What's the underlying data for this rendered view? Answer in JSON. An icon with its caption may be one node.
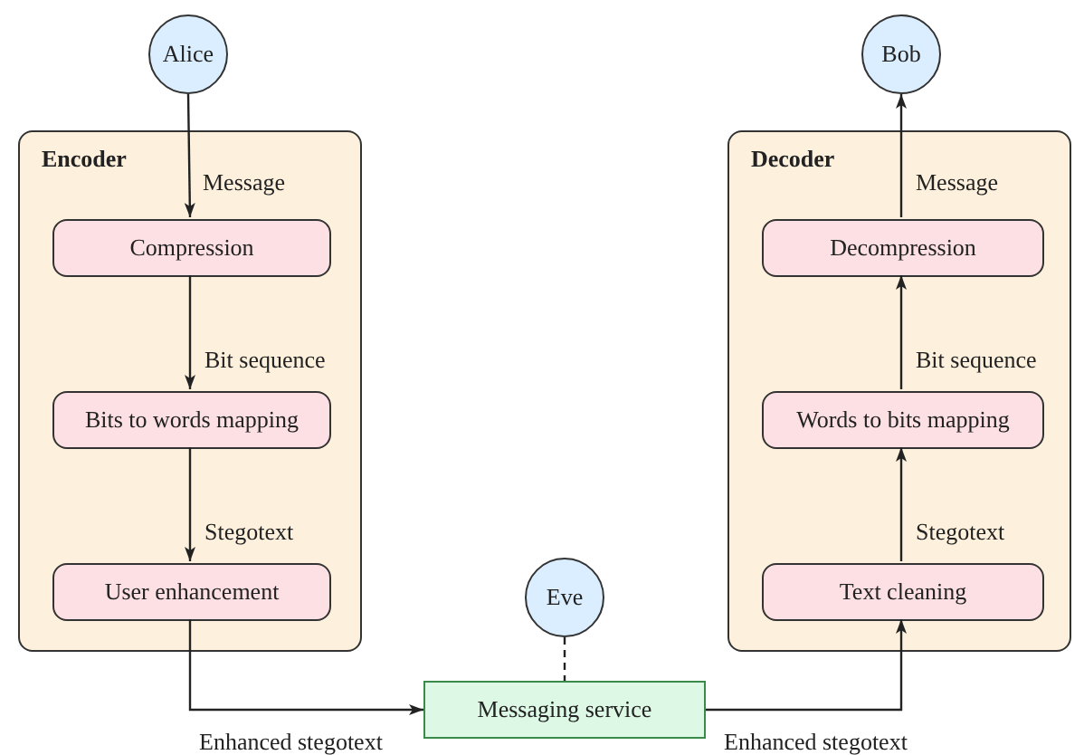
{
  "diagram": {
    "nodes": [
      {
        "text": [
          "Alice"
        ]
      },
      {
        "text": [
          "Encoder"
        ]
      },
      {
        "text": [
          "Compression"
        ],
        "in": 1
      },
      {
        "text": [
          "Bits to words mapping"
        ],
        "in": 1
      },
      {
        "text": [
          "User enhancement"
        ],
        "in": 1
      },
      {
        "text": [
          "Messaging service"
        ]
      },
      {
        "text": [
          "Eve"
        ]
      },
      {
        "text": [
          "Bob"
        ]
      },
      {
        "text": [
          "Decoder"
        ]
      },
      {
        "text": [
          "Decompression"
        ],
        "in": 8
      },
      {
        "text": [
          "Words to bits mapping"
        ],
        "in": 8
      },
      {
        "text": [
          "Text cleaning"
        ],
        "in": 8
      }
    ],
    "edges": [
      {
        "from": 0,
        "to": 2,
        "arrow": "to",
        "label": "Message"
      },
      {
        "from": 2,
        "to": 3,
        "arrow": "to",
        "label": "Bit sequence"
      },
      {
        "from": 3,
        "to": 4,
        "arrow": "to",
        "label": "Stegotext"
      },
      {
        "from": 4,
        "to": 5,
        "arrow": "to",
        "label": "Enhanced stegotext"
      },
      {
        "from": 6,
        "to": 5,
        "arrow": "none",
        "style": "dashed"
      },
      {
        "from": 5,
        "to": 11,
        "arrow": "to",
        "label": "Enhanced stegotext"
      },
      {
        "from": 11,
        "to": 10,
        "arrow": "to",
        "label": "Stegotext"
      },
      {
        "from": 10,
        "to": 9,
        "arrow": "to",
        "label": "Bit sequence"
      },
      {
        "from": 9,
        "to": 7,
        "arrow": "to",
        "label": "Message"
      }
    ]
  }
}
